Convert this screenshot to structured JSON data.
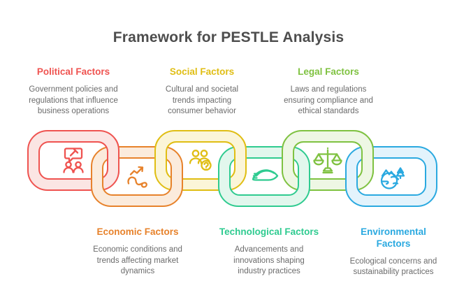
{
  "title": "Framework for PESTLE Analysis",
  "title_color": "#4D4D4D",
  "description_color": "#6B6B6B",
  "background_color": "#FFFFFF",
  "factors": [
    {
      "id": "political",
      "label": "Political Factors",
      "description": "Government policies and\nregulations that influence\nbusiness operations",
      "color": "#EF5350",
      "tint": "#FBE5E3",
      "icon": "people-discussion-gavel-icon",
      "position": "top"
    },
    {
      "id": "economic",
      "label": "Economic Factors",
      "description": "Economic conditions and\ntrends affecting market\ndynamics",
      "color": "#E7822B",
      "tint": "#FBEBDC",
      "icon": "growth-squiggle-arrow-icon",
      "position": "bottom"
    },
    {
      "id": "social",
      "label": "Social Factors",
      "description": "Cultural and societal\ntrends impacting\nconsumer behavior",
      "color": "#E0BE14",
      "tint": "#FBF5D8",
      "icon": "people-question-icon",
      "position": "top"
    },
    {
      "id": "technological",
      "label": "Technological Factors",
      "description": "Advancements and\ninnovations shaping\nindustry practices",
      "color": "#2FCB90",
      "tint": "#E2F7ED",
      "icon": "bullet-train-icon",
      "position": "bottom"
    },
    {
      "id": "legal",
      "label": "Legal Factors",
      "description": "Laws and regulations\nensuring compliance and\nethical standards",
      "color": "#7FC241",
      "tint": "#EEF7E4",
      "icon": "scales-of-justice-icon",
      "position": "top"
    },
    {
      "id": "environmental",
      "label": "Environmental\nFactors",
      "description": "Ecological concerns and\nsustainability practices",
      "color": "#2AA9E0",
      "tint": "#E3F3FC",
      "icon": "earth-nature-icon",
      "position": "bottom"
    }
  ]
}
